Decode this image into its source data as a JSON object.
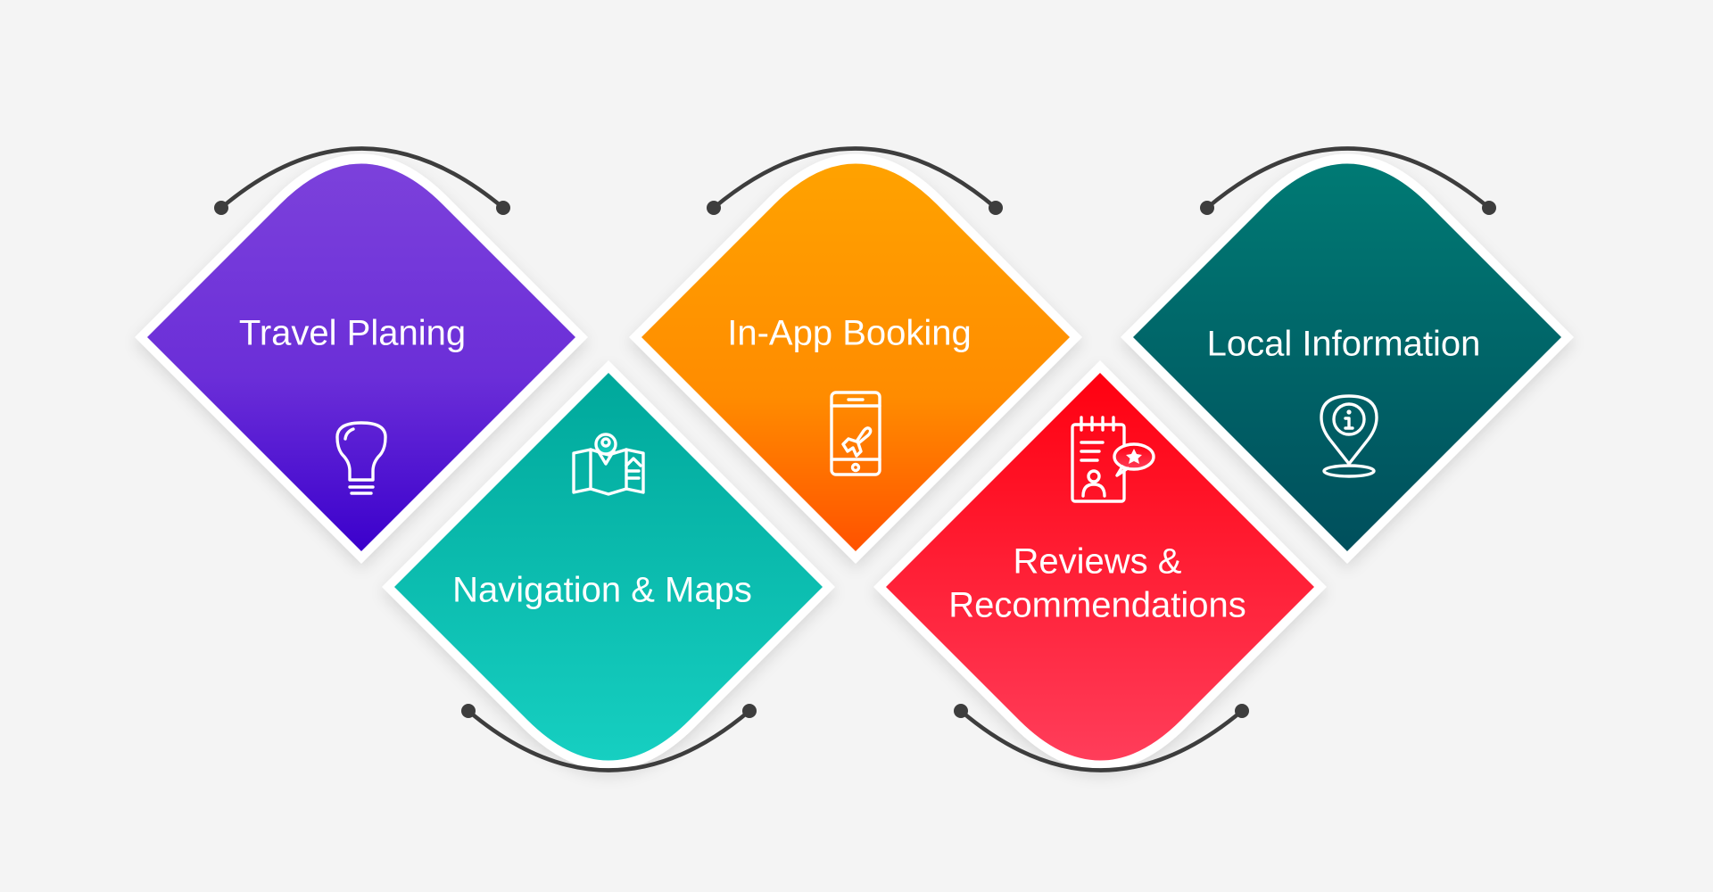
{
  "steps": [
    {
      "id": "travel-planing",
      "label": "Travel Planing",
      "icon": "lightbulb-icon",
      "color_top": "#7c41db",
      "color_bottom": "#3b00cc"
    },
    {
      "id": "navigation-maps",
      "label": "Navigation & Maps",
      "icon": "map-icon",
      "color_top": "#00a99d",
      "color_bottom": "#16cfc1"
    },
    {
      "id": "in-app-booking",
      "label": "In-App Booking",
      "icon": "phone-airplane-icon",
      "color_top": "#ffa200",
      "color_bottom": "#ff5a00"
    },
    {
      "id": "reviews-recommendations",
      "label_line1": "Reviews &",
      "label_line2": "Recommendations",
      "icon": "review-document-icon",
      "color_top": "#ff0014",
      "color_bottom": "#ff3d5a"
    },
    {
      "id": "local-information",
      "label": "Local Information",
      "icon": "info-location-pin-icon",
      "color_top": "#007a74",
      "color_bottom": "#004f5c"
    }
  ],
  "connector_color": "#3d3d3d",
  "background_color": "#f4f4f4"
}
